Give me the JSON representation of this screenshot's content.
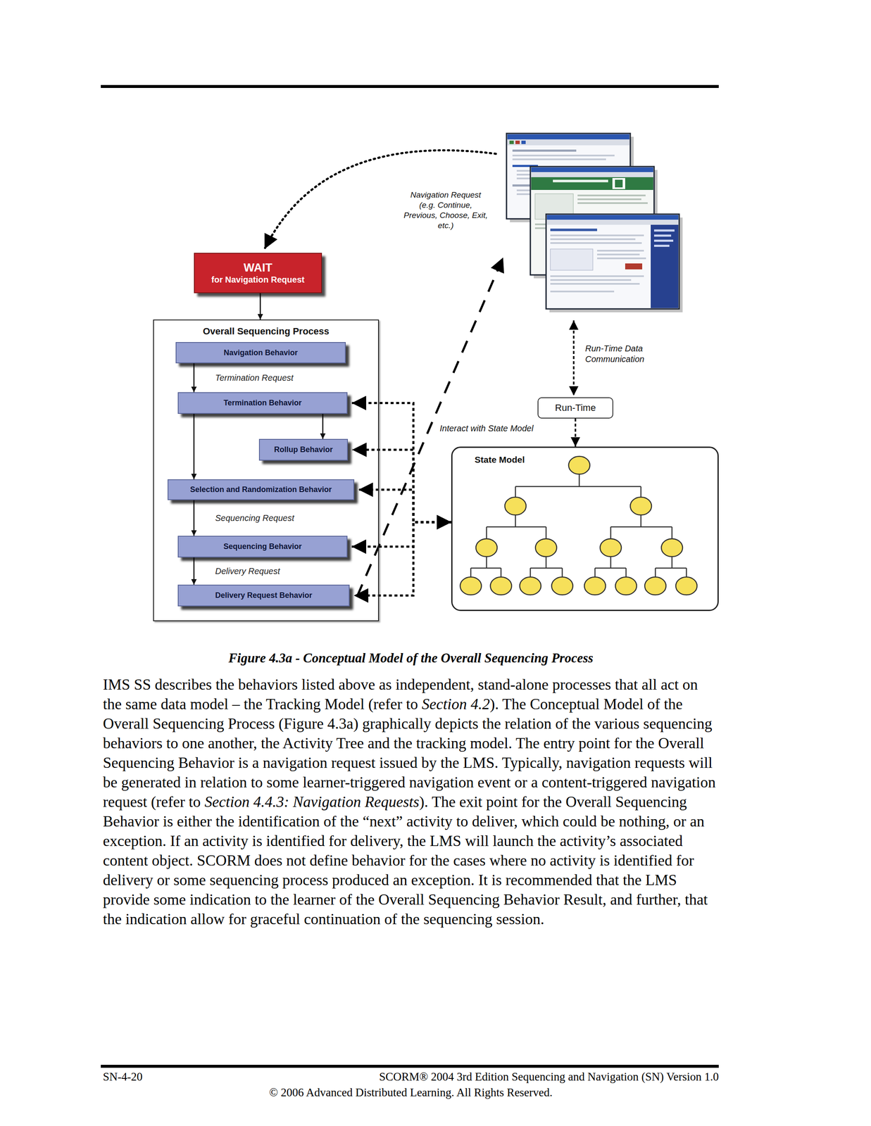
{
  "diagram": {
    "caption": "Figure 4.3a - Conceptual Model of the Overall Sequencing Process",
    "nodes": [
      {
        "text": [
          "WAIT",
          "for Navigation Request"
        ]
      },
      {
        "text": [
          "Overall Sequencing Process"
        ]
      },
      {
        "text": [
          "Navigation Behavior"
        ],
        "in": 1
      },
      {
        "text": [
          "Termination Behavior"
        ],
        "in": 1
      },
      {
        "text": [
          "Rollup Behavior"
        ],
        "in": 1
      },
      {
        "text": [
          "Selection and Randomization Behavior"
        ],
        "in": 1
      },
      {
        "text": [
          "Sequencing Behavior"
        ],
        "in": 1
      },
      {
        "text": [
          "Delivery Request Behavior"
        ],
        "in": 1
      },
      {
        "text": [
          "Run-Time"
        ]
      },
      {
        "text": [
          "State Model"
        ]
      }
    ],
    "edges": [
      {
        "from": 0,
        "to": 1,
        "arrow": "to"
      },
      {
        "from": 2,
        "to": 3,
        "label": "Termination Request",
        "arrow": "to"
      },
      {
        "from": 3,
        "to": 4,
        "arrow": "to"
      },
      {
        "from": 3,
        "to": 5,
        "arrow": "to"
      },
      {
        "from": 5,
        "to": 6,
        "label": "Sequencing Request",
        "arrow": "to"
      },
      {
        "from": 6,
        "to": 7,
        "label": "Delivery Request",
        "arrow": "to"
      },
      {
        "from": 8,
        "to": 9,
        "arrow": "to"
      },
      {
        "from": 9,
        "to": 3,
        "arrow": "both"
      },
      {
        "from": 9,
        "to": 4,
        "arrow": "both"
      },
      {
        "from": 9,
        "to": 5,
        "arrow": "both"
      },
      {
        "from": 9,
        "to": 6,
        "arrow": "both"
      },
      {
        "from": 9,
        "to": 7,
        "arrow": "both"
      }
    ],
    "labels": [
      "Navigation Request (e.g. Continue, Previous, Choose, Exit, etc.)",
      "Run-Time Data Communication",
      "Interact with State Model",
      "IMS SS describes the behaviors listed above as independent, stand-alone processes that all act on the same data model – the Tracking Model (refer to ",
      "Section 4.2",
      "). The Conceptual Model of the Overall Sequencing Process (Figure 4.3a) graphically depicts the relation of the various sequencing behaviors to one another, the Activity Tree and the tracking model. The entry point for the Overall Sequencing Behavior is a navigation request issued by the LMS. Typically, navigation requests will be generated in relation to some learner-triggered navigation event or a content-triggered navigation request (refer to ",
      "Section 4.4.3: Navigation Requests",
      "). The exit point for the Overall Sequencing Behavior is either the identification of the “next” activity to deliver, which could be nothing, or an exception. If an activity is identified for delivery, the LMS will launch the activity’s associated content object. SCORM does not define behavior for the cases where no activity is identified for delivery or some sequencing process produced an exception. It is recommended that the LMS provide some indication to the learner of the Overall Sequencing Behavior Result, and further, that the indication allow for graceful continuation of the sequencing session.",
      "SN-4-20",
      "SCORM® 2004 3rd Edition Sequencing and Navigation (SN) Version 1.0",
      "© 2006 Advanced Distributed Learning. All Rights Reserved."
    ]
  }
}
